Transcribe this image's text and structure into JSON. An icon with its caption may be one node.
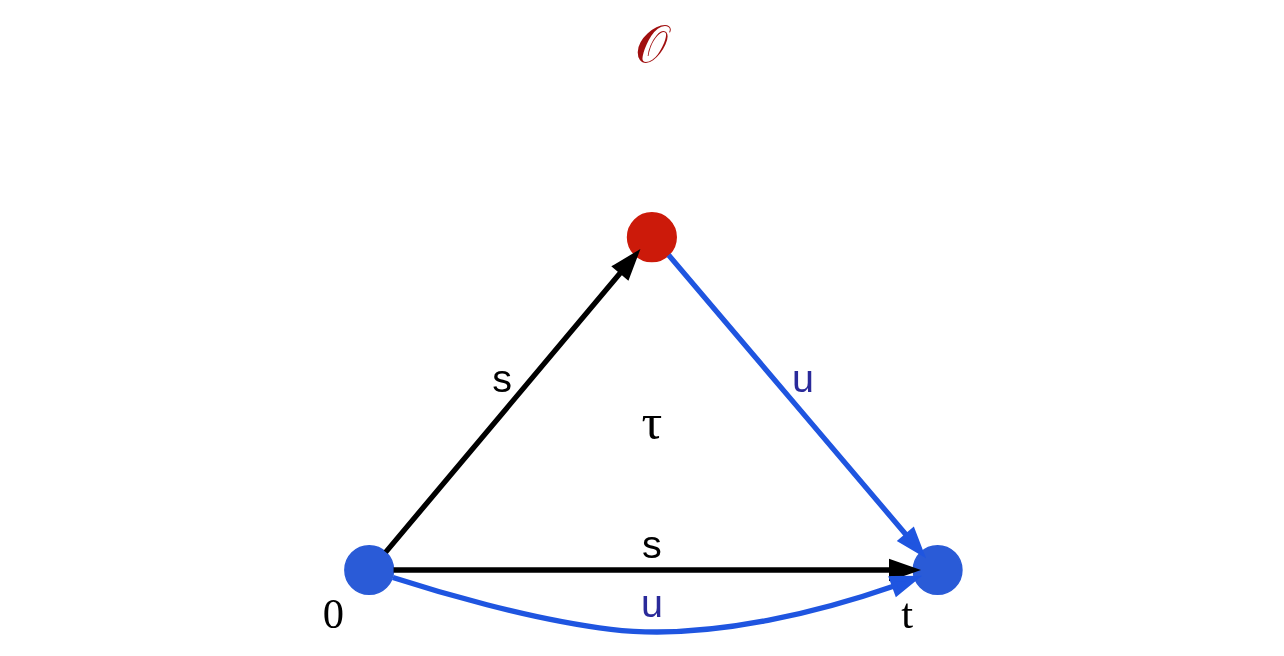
{
  "diagram": {
    "nodes": [
      {
        "text": [],
        "shape": "circle",
        "beside": [
          "0"
        ]
      },
      {
        "text": [],
        "shape": "circle",
        "beside": [
          "𝒪"
        ]
      },
      {
        "text": [],
        "shape": "circle",
        "beside": [
          "t"
        ]
      }
    ],
    "edges": [
      {
        "from": 0,
        "to": 1,
        "arrow": "to",
        "label": "s"
      },
      {
        "from": 1,
        "to": 2,
        "arrow": "to",
        "label": "u",
        "color": "#1f55e0"
      },
      {
        "from": 0,
        "to": 2,
        "arrow": "to",
        "label": "s"
      },
      {
        "from": 0,
        "to": 2,
        "arrow": "to",
        "label": "u",
        "color": "#1f55e0"
      }
    ],
    "labels": [
      "τ"
    ]
  }
}
